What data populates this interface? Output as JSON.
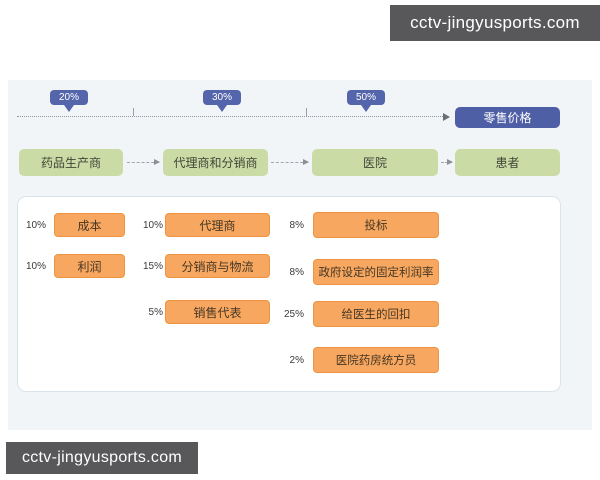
{
  "watermark": {
    "text": "cctv-jingyusports.com"
  },
  "colors": {
    "badge_blue": "#5565ab",
    "retail_blue": "#4f5fa6",
    "stage_green": "#cbdba6",
    "item_orange": "#f7a75f",
    "item_orange_border": "#ee9440",
    "panel_border": "#dbe3ea",
    "diagram_background": "#f2f5f7",
    "banner_gray": "#58585a"
  },
  "timeline": {
    "badges": [
      {
        "label": "20%"
      },
      {
        "label": "30%"
      },
      {
        "label": "50%"
      }
    ],
    "retail_label": "零售价格"
  },
  "chain": {
    "stages": [
      {
        "label": "药品生产商"
      },
      {
        "label": "代理商和分销商"
      },
      {
        "label": "医院"
      },
      {
        "label": "患者"
      }
    ]
  },
  "breakdown": {
    "columns": [
      {
        "items": [
          {
            "pct": "10%",
            "label": "成本"
          },
          {
            "pct": "10%",
            "label": "利润"
          }
        ]
      },
      {
        "items": [
          {
            "pct": "10%",
            "label": "代理商"
          },
          {
            "pct": "15%",
            "label": "分销商与物流"
          },
          {
            "pct": "5%",
            "label": "销售代表"
          }
        ]
      },
      {
        "items": [
          {
            "pct": "8%",
            "label": "投标"
          },
          {
            "pct": "8%",
            "label": "政府设定的固定利润率"
          },
          {
            "pct": "25%",
            "label": "给医生的回扣"
          },
          {
            "pct": "2%",
            "label": "医院药房统方员"
          }
        ]
      }
    ]
  }
}
